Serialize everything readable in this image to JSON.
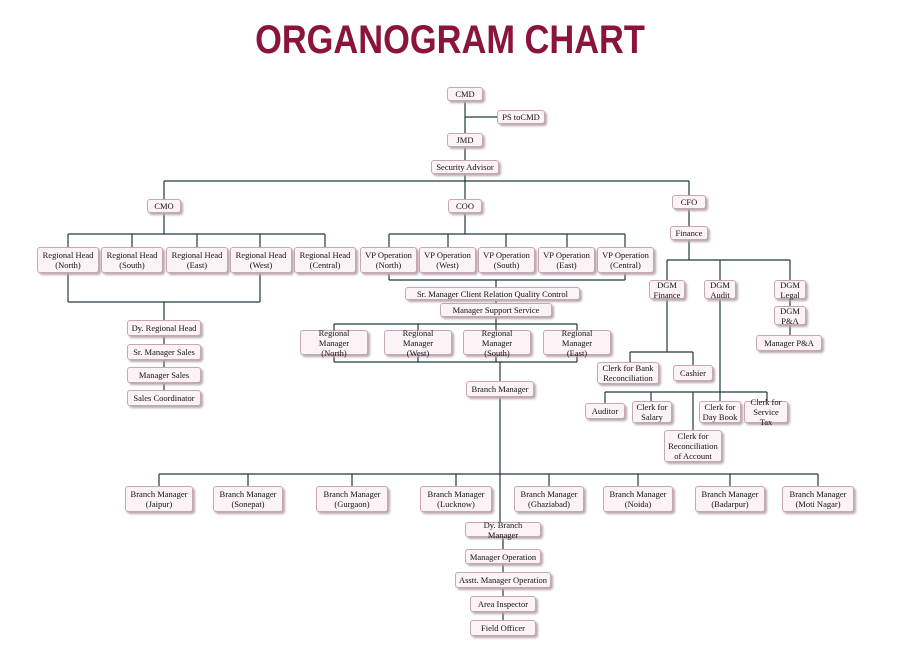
{
  "title": "ORGANOGRAM CHART",
  "nodes": {
    "cmd": "CMD",
    "ps": "PS toCMD",
    "jmd": "JMD",
    "security": "Security Advisor",
    "cmo": "CMO",
    "coo": "COO",
    "cfo": "CFO",
    "finance": "Finance",
    "rh_north": "Regional Head\n(North)",
    "rh_south": "Regional Head\n(South)",
    "rh_east": "Regional Head\n(East)",
    "rh_west": "Regional Head\n(West)",
    "rh_central": "Regional Head\n(Central)",
    "dy_rh": "Dy. Regional Head",
    "sr_mgr_sales": "Sr. Manager Sales",
    "mgr_sales": "Manager Sales",
    "sales_coord": "Sales Coordinator",
    "vp_north": "VP Operation\n(North)",
    "vp_west": "VP Operation\n(West)",
    "vp_south": "VP Operation\n(South)",
    "vp_east": "VP Operation\n(East)",
    "vp_central": "VP Operation\n(Central)",
    "sr_mgr_crqc": "Sr. Manager Client Relation Quality Control",
    "mgr_support": "Manager Support Service",
    "rm_north": "Regional Manager\n(North)",
    "rm_west": "Regional Manager\n(West)",
    "rm_south": "Regional Manager\n(South)",
    "rm_east": "Regional Manager\n(East)",
    "branch_mgr": "Branch Manager",
    "bm_jaipur": "Branch Manager\n(Jaipur)",
    "bm_sonepat": "Branch Manager\n(Sonepat)",
    "bm_gurgaon": "Branch Manager\n(Gurgaon)",
    "bm_lucknow": "Branch Manager\n(Lucknow)",
    "bm_ghaziabad": "Branch Manager\n(Ghaziabad)",
    "bm_noida": "Branch Manager\n(Noida)",
    "bm_badarpur": "Branch Manager\n(Badarpur)",
    "bm_moti": "Branch Manager\n(Moti Nagar)",
    "dy_bm": "Dy. Branch Manager",
    "mgr_op": "Manager Operation",
    "asst_mgr_op": "Asstt. Manager Operation",
    "area_insp": "Area Inspector",
    "field_off": "Field Officer",
    "dgm_fin": "DGM\nFinance",
    "dgm_audit": "DGM\nAudit",
    "dgm_legal": "DGM\nLegal",
    "dgm_pa": "DGM\nP&A",
    "mgr_pa": "Manager P&A",
    "clerk_bank": "Clerk for Bank\nReconciliation",
    "cashier": "Cashier",
    "auditor": "Auditor",
    "clerk_salary": "Clerk for\nSalary",
    "clerk_daybook": "Clerk for\nDay Book",
    "clerk_tax": "Clerk for\nService Tax",
    "clerk_recon_acct": "Clerk for\nReconciliation\nof Account"
  }
}
